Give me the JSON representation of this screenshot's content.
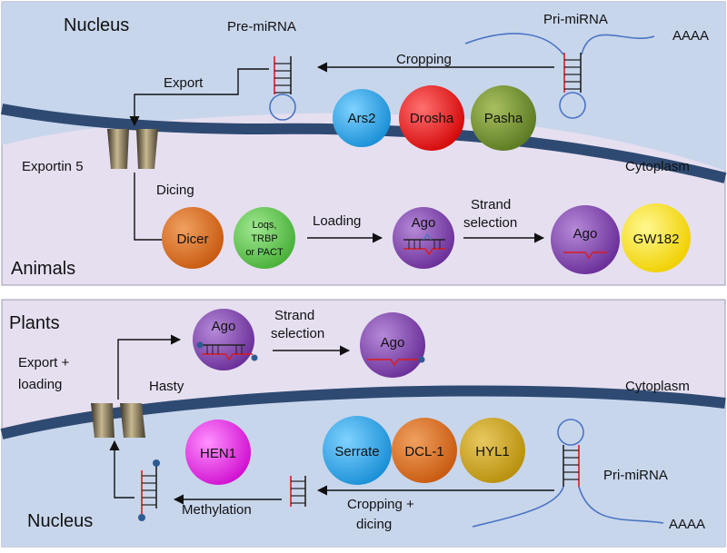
{
  "colors": {
    "nucleus_bg": "#c8d6ec",
    "cytoplasm_bg": "#e6dff0",
    "membrane": "#2f4a72",
    "rna_black": "#222222",
    "rna_red": "#dd1a1a",
    "rna_blue": "#4a74c4",
    "methyl_dot": "#2e5b94"
  },
  "animals": {
    "section_label": "Animals",
    "nucleus_label": "Nucleus",
    "cytoplasm_label": "Cytoplasm",
    "pre_mirna_label": "Pre-miRNA",
    "pri_mirna_label": "Pri-miRNA",
    "poly_a": "AAAA",
    "cropping_label": "Cropping",
    "export_label": "Export",
    "exportin_label": "Exportin 5",
    "dicing_label": "Dicing",
    "loading_label": "Loading",
    "strand_label_1": "Strand",
    "strand_label_2": "selection",
    "proteins": {
      "ars2": {
        "label": "Ars2",
        "color": "#1a9ee6"
      },
      "drosha": {
        "label": "Drosha",
        "color": "#e01010"
      },
      "pasha": {
        "label": "Pasha",
        "color": "#6e8c2c"
      },
      "dicer": {
        "label": "Dicer",
        "color": "#d9681a"
      },
      "loqs_1": "Loqs,",
      "loqs_2": "TRBP",
      "loqs_3": "or PACT",
      "loqs_color": "#5cc24a",
      "ago_load": {
        "label": "Ago",
        "color": "#7a40a8"
      },
      "ago_final": {
        "label": "Ago",
        "color": "#7a40a8"
      },
      "gw182": {
        "label": "GW182",
        "color": "#f2e01a"
      }
    }
  },
  "plants": {
    "section_label": "Plants",
    "nucleus_label": "Nucleus",
    "cytoplasm_label": "Cytoplasm",
    "pri_mirna_label": "Pri-miRNA",
    "poly_a": "AAAA",
    "export_label_1": "Export +",
    "export_label_2": "loading",
    "hasty_label": "Hasty",
    "strand_label_1": "Strand",
    "strand_label_2": "selection",
    "methylation_label": "Methylation",
    "cropping_label_1": "Cropping +",
    "cropping_label_2": "dicing",
    "proteins": {
      "ago_load": {
        "label": "Ago",
        "color": "#7a40a8"
      },
      "ago_final": {
        "label": "Ago",
        "color": "#7a40a8"
      },
      "hen1": {
        "label": "HEN1",
        "color": "#e020e0"
      },
      "serrate": {
        "label": "Serrate",
        "color": "#1a9ee6"
      },
      "dcl1": {
        "label": "DCL-1",
        "color": "#d9681a"
      },
      "hyl1": {
        "label": "HYL1",
        "color": "#c8a01a"
      }
    }
  }
}
